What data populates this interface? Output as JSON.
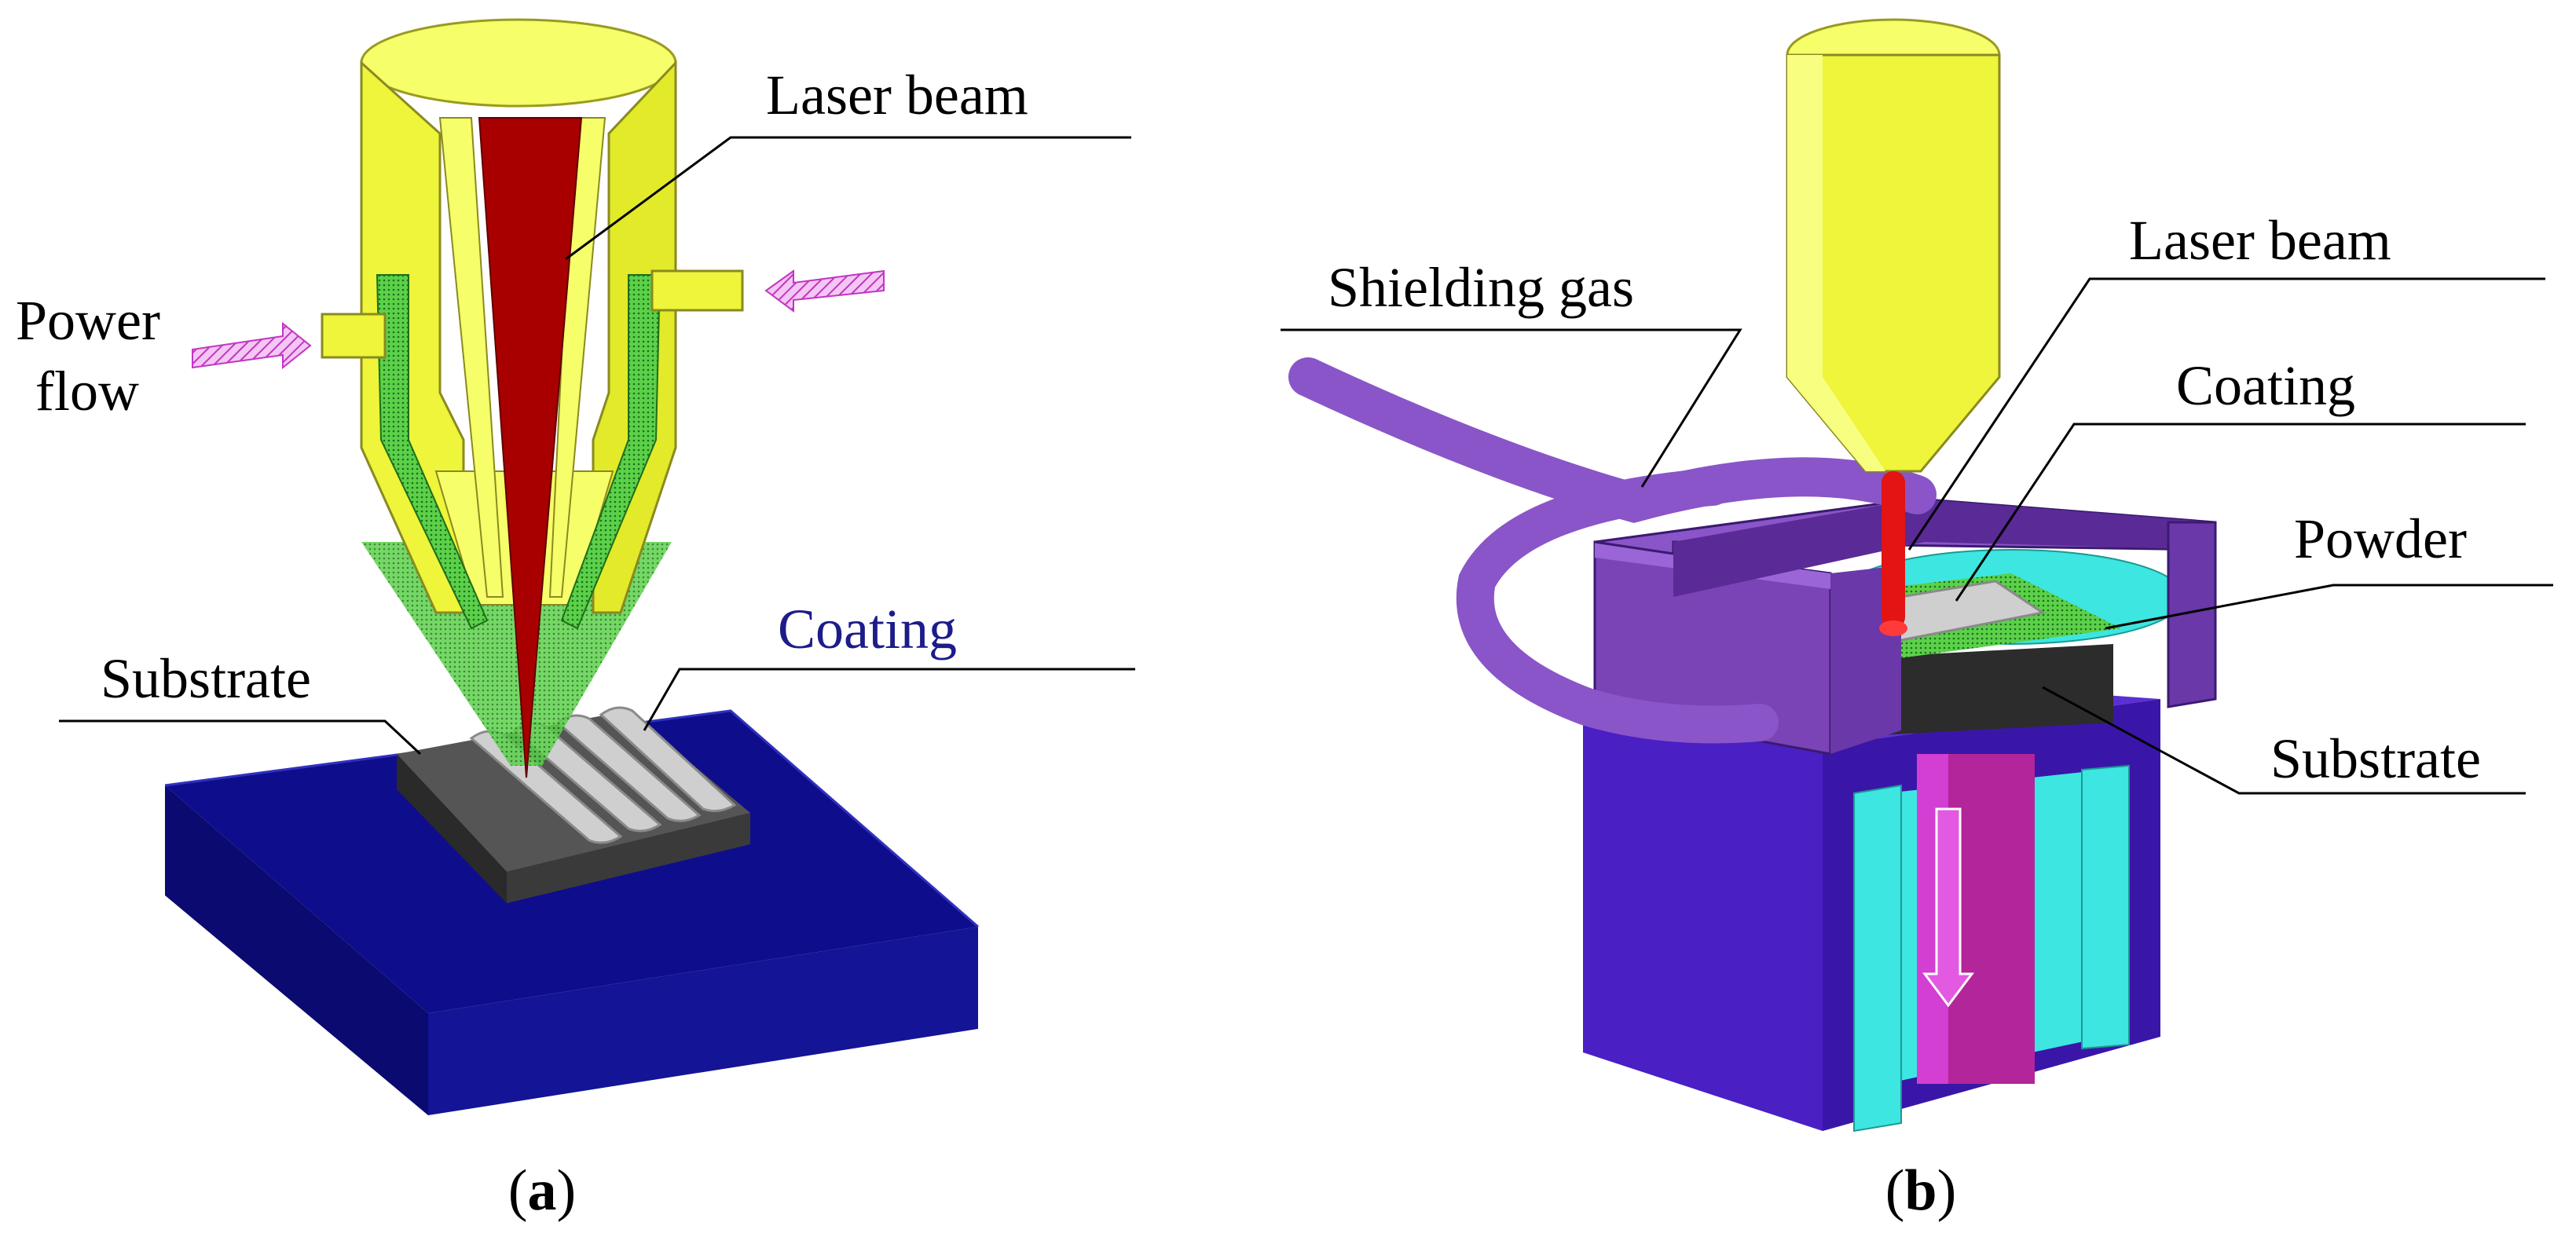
{
  "panel_a": {
    "labels": {
      "laser_beam": "Laser beam",
      "power_line1": "Power",
      "power_line2": "flow",
      "coating": "Coating",
      "substrate": "Substrate"
    },
    "caption_open": "(",
    "caption_letter": "a",
    "caption_close": ")"
  },
  "panel_b": {
    "labels": {
      "shielding_gas": "Shielding gas",
      "laser_beam": "Laser beam",
      "coating": "Coating",
      "powder": "Powder",
      "substrate": "Substrate"
    },
    "caption_open": "(",
    "caption_letter": "b",
    "caption_close": ")"
  },
  "colors": {
    "nozzle_yellow": "#f0ff3a",
    "laser_red": "#a80000",
    "powder_green": "#5bd14a",
    "base_blue": "#0e0e8c",
    "substrate_gray": "#3c3c3c",
    "track_gray": "#c8c8c8",
    "box_purple": "#7a43b6",
    "frame_violet": "#4a1fc4",
    "chamber_cyan": "#3de6e0",
    "arrow_magenta": "#d23fd2"
  },
  "icons": {
    "power_flow_arrows": "hatched-arrow",
    "substrate_lowering_arrow": "down-arrow"
  }
}
